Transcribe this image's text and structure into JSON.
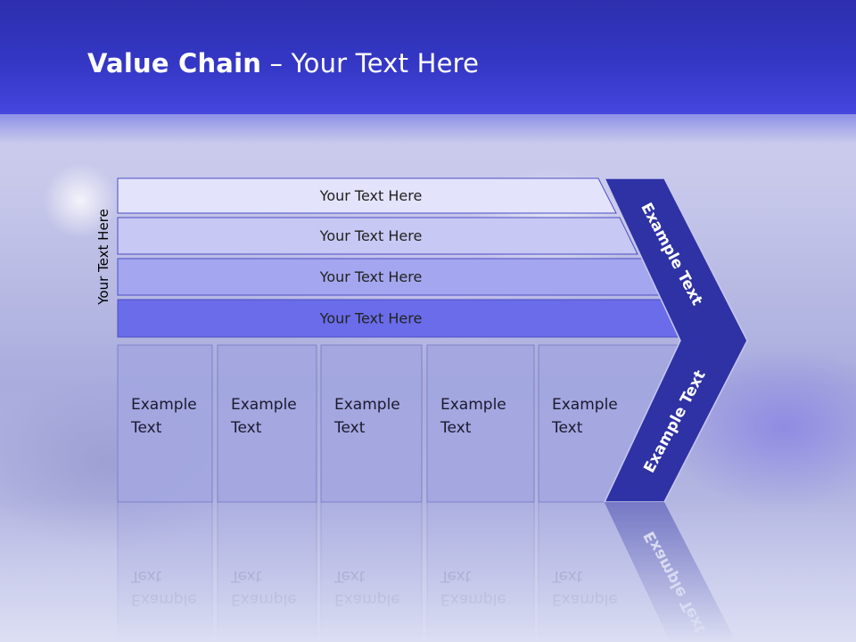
{
  "slide": {
    "title_bold": "Value Chain",
    "title_rest": " – Your Text Here",
    "side_label": "Your Text Here"
  },
  "support_rows": [
    {
      "label": "Your Text Here",
      "color": "#e3e3fb"
    },
    {
      "label": "Your Text Here",
      "color": "#c7c8f3"
    },
    {
      "label": "Your Text Here",
      "color": "#a4a6ef"
    },
    {
      "label": "Your Text Here",
      "color": "#6a6ce9"
    }
  ],
  "primary_cells": [
    {
      "line1": "Example",
      "line2": "Text"
    },
    {
      "line1": "Example",
      "line2": "Text"
    },
    {
      "line1": "Example",
      "line2": "Text"
    },
    {
      "line1": "Example",
      "line2": "Text"
    },
    {
      "line1": "Example",
      "line2": "Text"
    }
  ],
  "chevron": {
    "upper_label": "Example Text",
    "lower_label": "Example Text",
    "color": "#2f32a4"
  },
  "colors": {
    "header": "#3437c4",
    "cell_fill": "#a3a6e0",
    "cell_stroke": "#7f82c8"
  }
}
